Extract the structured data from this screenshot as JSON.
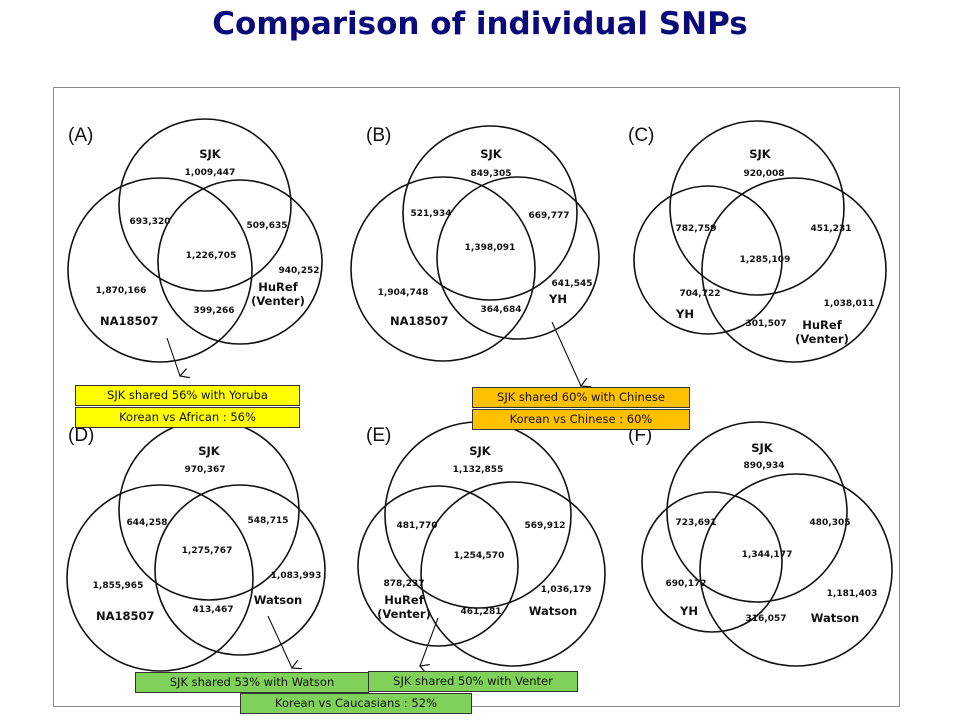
{
  "title": "Comparison of individual SNPs",
  "colors": {
    "title": "#0a0a7a",
    "yellow": "#ffff00",
    "orange": "#ffc000",
    "green": "#7fd15a"
  },
  "panels": [
    {
      "label": "(A)",
      "sets": {
        "top": "SJK",
        "left": "NA18507",
        "right": "HuRef\n(Venter)"
      },
      "values": {
        "top_only": "1,009,447",
        "top_left": "693,320",
        "top_right": "509,635",
        "center": "1,226,705",
        "right_only": "940,252",
        "left_only": "1,870,166",
        "left_right": "399,266"
      }
    },
    {
      "label": "(B)",
      "sets": {
        "top": "SJK",
        "left": "NA18507",
        "right": "YH"
      },
      "values": {
        "top_only": "849,305",
        "top_left": "521,934",
        "top_right": "669,777",
        "center": "1,398,091",
        "right_only": "641,545",
        "left_only": "1,904,748",
        "left_right": "364,684"
      }
    },
    {
      "label": "(C)",
      "sets": {
        "top": "SJK",
        "left": "YH",
        "right": "HuRef\n(Venter)"
      },
      "values": {
        "top_only": "920,008",
        "top_left": "782,759",
        "top_right": "451,231",
        "center": "1,285,109",
        "right_only": "1,038,011",
        "left_only": "704,722",
        "left_right": "301,507"
      }
    },
    {
      "label": "(D)",
      "sets": {
        "top": "SJK",
        "left": "NA18507",
        "right": "Watson"
      },
      "values": {
        "top_only": "970,367",
        "top_left": "644,258",
        "top_right": "548,715",
        "center": "1,275,767",
        "right_only": "1,083,993",
        "left_only": "1,855,965",
        "left_right": "413,467"
      }
    },
    {
      "label": "(E)",
      "sets": {
        "top": "SJK",
        "left": "HuRef\n(Venter)",
        "right": "Watson"
      },
      "values": {
        "top_only": "1,132,855",
        "top_left": "481,770",
        "top_right": "569,912",
        "center": "1,254,570",
        "right_only": "1,036,179",
        "left_only": "878,237",
        "left_right": "461,281"
      }
    },
    {
      "label": "(F)",
      "sets": {
        "top": "SJK",
        "left": "YH",
        "right": "Watson"
      },
      "values": {
        "top_only": "890,934",
        "top_left": "723,691",
        "top_right": "480,305",
        "center": "1,344,177",
        "right_only": "1,181,403",
        "left_only": "690,172",
        "left_right": "316,057"
      }
    }
  ],
  "callouts": {
    "yoruba": "SJK shared 56% with Yoruba",
    "african": "Korean vs African : 56%",
    "chinese_shared": "SJK shared 60% with Chinese",
    "chinese_pct": "Korean vs Chinese : 60%",
    "watson": "SJK shared 53% with Watson",
    "venter": "SJK shared 50% with Venter",
    "caucasians": "Korean vs Caucasians : 52%"
  }
}
